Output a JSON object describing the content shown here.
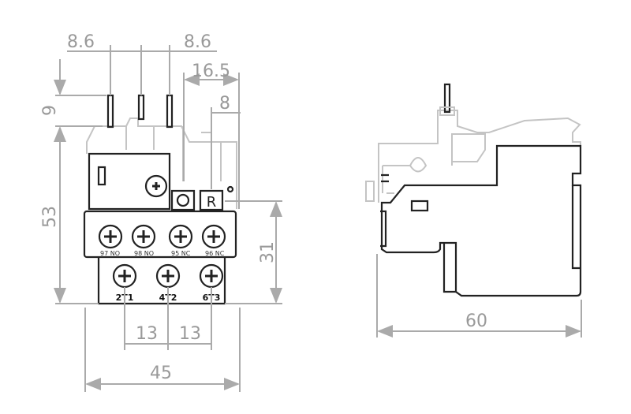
{
  "dimensions": {
    "pin_pitch_left": "8.6",
    "pin_pitch_right": "8.6",
    "width_offset": "16.5",
    "reset_offset": "8",
    "pin_height": "9",
    "total_height": "53",
    "lower_height": "31",
    "terminal_pitch_left": "13",
    "terminal_pitch_right": "13",
    "total_width": "45",
    "depth": "60"
  },
  "front_labels": {
    "aux_terminals": [
      "97 NO",
      "98 NO",
      "95 NC",
      "96 NC"
    ],
    "main_terminals": [
      "2T1",
      "4T2",
      "6T3"
    ],
    "reset_button": "R"
  }
}
